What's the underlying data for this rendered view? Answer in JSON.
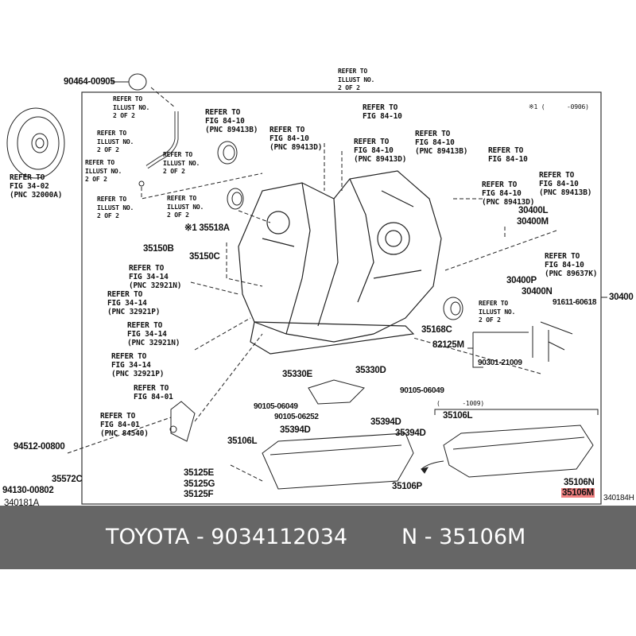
{
  "diagram": {
    "labels": [
      "90464-00905",
      "REFER TO\nFIG 34-02\n(PNC 32000A)",
      "94512-00800",
      "94130-00802",
      "35572C",
      "340181A",
      "REFER TO\nILLUST NO.\n2 OF 2",
      "30400",
      "340184H",
      "REFER TO\nILLUST NO.\n2 OF 2",
      "REFER TO\nILLUST NO.\n2 OF 2",
      "REFER TO\nILLUST NO.\n2 OF 2",
      "REFER TO\nILLUST NO.\n2 OF 2",
      "REFER TO\nILLUST NO.\n2 OF 2",
      "REFER TO\nILLUST NO.\n2 OF 2",
      "REFER TO\nFIG 84-10\n(PNC 89413B)",
      "REFER TO\nFIG 84-10\n(PNC 89413D)",
      "REFER TO\nFIG 84-10",
      "REFER TO\nFIG 84-10\n(PNC 89413D)",
      "REFER TO\nFIG 84-10\n(PNC 89413B)",
      "※1 (      -0906)",
      "REFER TO\nFIG 84-10",
      "REFER TO\nFIG 84-10\n(PNC 89413B)",
      "REFER TO\nFIG 84-10\n(PNC 89413D)",
      "30400L",
      "30400M",
      "REFER TO\nFIG 84-10\n(PNC 89637K)",
      "30400P",
      "30400N",
      "REFER TO\nILLUST NO.\n2 OF 2",
      "91611-60618",
      "※1 35518A",
      "35150B",
      "35150C",
      "REFER TO\nFIG 34-14\n(PNC 32921N)",
      "REFER TO\nFIG 34-14\n(PNC 32921P)",
      "REFER TO\nFIG 34-14\n(PNC 32921N)",
      "REFER TO\nFIG 34-14\n(PNC 32921P)",
      "35168C",
      "82125M",
      "90301-21009",
      "35330E",
      "35330D",
      "90105-06049",
      "90105-06049",
      "90105-06252",
      "REFER TO\nFIG 84-01",
      "REFER TO\nFIG 84-01\n(PNC 84540)",
      "35394D",
      "35394D",
      "35394D",
      "(      -1009)",
      "35106L",
      "35106L",
      "35125E",
      "35125G",
      "35125F",
      "35106P",
      "35106N",
      "35106M"
    ],
    "highlight_color": "#f08080"
  },
  "banner": {
    "brand_part": "TOYOTA - 9034112034",
    "ref": "N - 35106M",
    "background": "#666666"
  }
}
